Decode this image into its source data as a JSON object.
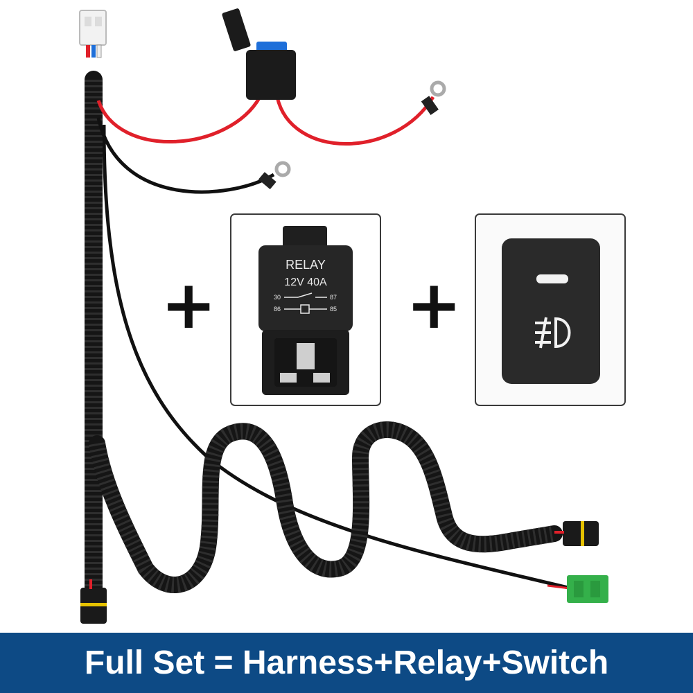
{
  "banner": {
    "text": "Full Set = Harness+Relay+Switch"
  },
  "relay": {
    "label": "RELAY",
    "rating": "12V 40A",
    "pin_30": "30",
    "pin_87": "87",
    "pin_86": "86",
    "pin_85": "85"
  },
  "signs": {
    "plus_1": "+",
    "plus_2": "+"
  },
  "switch": {
    "icon": "fog-light-icon"
  },
  "colors": {
    "banner": "#0d4a85",
    "wire_red": "#e0202a",
    "wire_black": "#111111",
    "loom": "#151515",
    "connector_green": "#34b04a",
    "fuse_blue": "#1e6fd9"
  }
}
